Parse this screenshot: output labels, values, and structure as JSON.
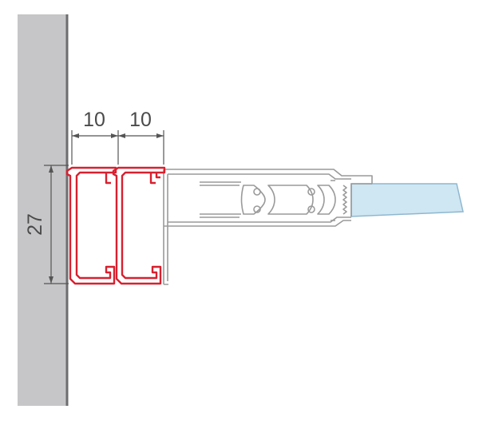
{
  "dimensions": {
    "width_left": "10",
    "width_right": "10",
    "height": "27"
  },
  "colors": {
    "wall_fill": "#c6c6c8",
    "wall_edge": "#6d6d6f",
    "profile_red": "#d8202f",
    "frame_grey": "#9a9a9a",
    "glass_fill": "#cfe6f3",
    "glass_edge": "#8fb7cf",
    "dimension_line": "#555555"
  }
}
